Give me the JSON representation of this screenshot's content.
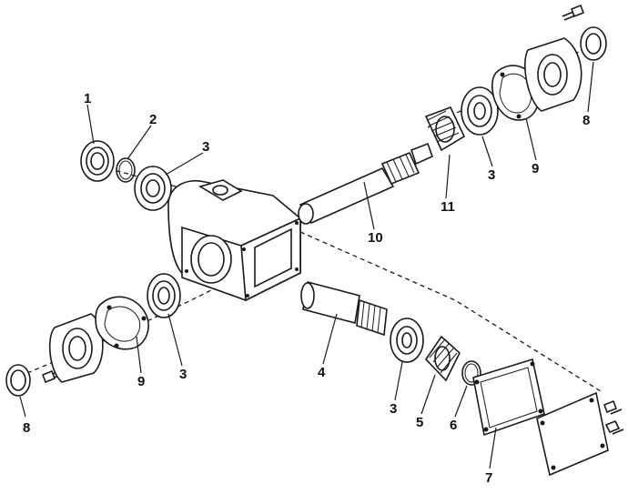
{
  "part_labels": {
    "p1": "1",
    "p2": "2",
    "p3a": "3",
    "p3b": "3",
    "p3c": "3",
    "p3d": "3",
    "p4": "4",
    "p5": "5",
    "p6": "6",
    "p7": "7",
    "p8a": "8",
    "p8b": "8",
    "p9a": "9",
    "p9b": "9",
    "p10": "10",
    "p11": "11"
  },
  "colors": {
    "ink": "#1a1a1a",
    "paper": "#ffffff"
  }
}
